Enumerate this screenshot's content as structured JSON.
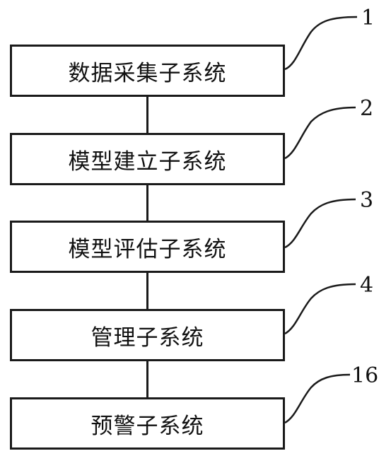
{
  "diagram": {
    "boxes": [
      {
        "label": "数据采集子系统",
        "ref": "1"
      },
      {
        "label": "模型建立子系统",
        "ref": "2"
      },
      {
        "label": "模型评估子系统",
        "ref": "3"
      },
      {
        "label": "管理子系统",
        "ref": "4"
      },
      {
        "label": "预警子系统",
        "ref": "16"
      }
    ]
  }
}
